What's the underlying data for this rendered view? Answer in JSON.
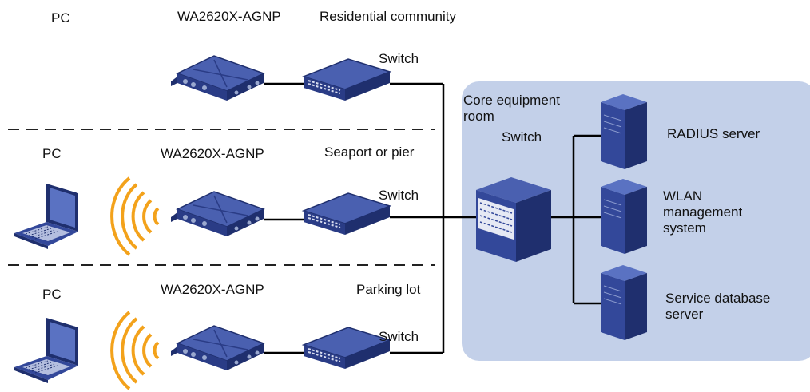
{
  "colors": {
    "device_dark": "#1f2f6e",
    "device_mid": "#33489a",
    "device_light": "#5a72c2",
    "device_top": "#4a60b0",
    "signal": "#f3a21b",
    "room_fill": "#c3d0e9",
    "line": "#000000"
  },
  "sites": [
    {
      "pc_label": "PC",
      "ap_label": "WA2620X-AGNP",
      "area_label": "Residential community",
      "switch_label": "Switch",
      "has_client": false
    },
    {
      "pc_label": "PC",
      "ap_label": "WA2620X-AGNP",
      "area_label": "Seaport or pier",
      "switch_label": "Switch",
      "has_client": true
    },
    {
      "pc_label": "PC",
      "ap_label": "WA2620X-AGNP",
      "area_label": "Parking lot",
      "switch_label": "Switch",
      "has_client": true
    }
  ],
  "core_room": {
    "title": "Core equipment room",
    "switch_label": "Switch",
    "servers": [
      {
        "label": "RADIUS server",
        "icon": "server-icon"
      },
      {
        "label": "WLAN management system",
        "icon": "server-icon"
      },
      {
        "label": "Service database server",
        "icon": "server-icon"
      }
    ]
  }
}
